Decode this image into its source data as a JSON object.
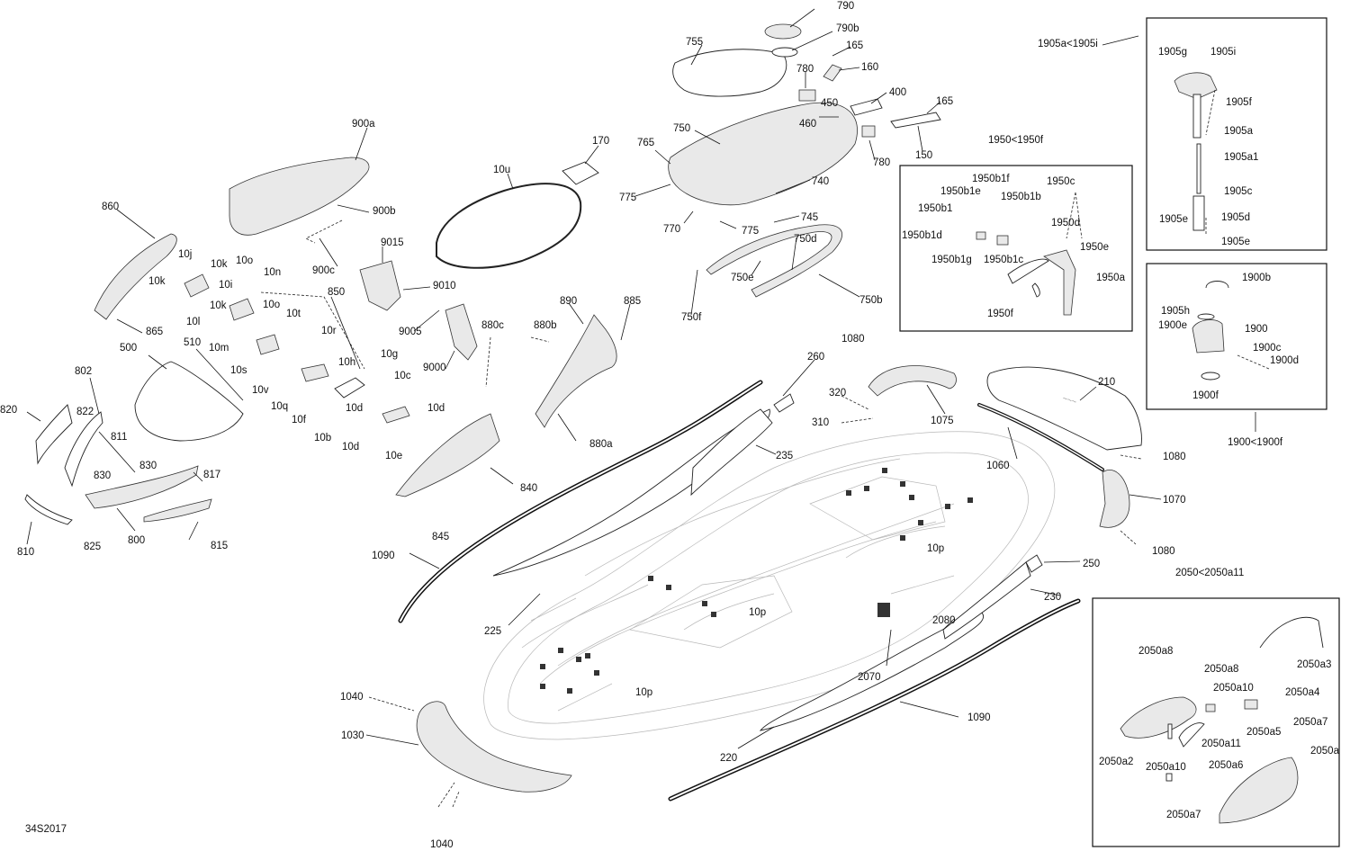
{
  "drawing_code": "34S2017",
  "boxes": {
    "box_1905": "1905a<1905i",
    "box_1950": "1950<1950f",
    "box_1900": "1900<1900f",
    "box_2050": "2050<2050a11"
  },
  "labels": [
    {
      "id": "790",
      "text": "790"
    },
    {
      "id": "790b",
      "text": "790b"
    },
    {
      "id": "755",
      "text": "755"
    },
    {
      "id": "165a",
      "text": "165"
    },
    {
      "id": "780a",
      "text": "780"
    },
    {
      "id": "160",
      "text": "160"
    },
    {
      "id": "450",
      "text": "450"
    },
    {
      "id": "400",
      "text": "400"
    },
    {
      "id": "165b",
      "text": "165"
    },
    {
      "id": "460",
      "text": "460"
    },
    {
      "id": "750",
      "text": "750"
    },
    {
      "id": "150",
      "text": "150"
    },
    {
      "id": "780b",
      "text": "780"
    },
    {
      "id": "765",
      "text": "765"
    },
    {
      "id": "775a",
      "text": "775"
    },
    {
      "id": "740",
      "text": "740"
    },
    {
      "id": "770",
      "text": "770"
    },
    {
      "id": "775b",
      "text": "775"
    },
    {
      "id": "745",
      "text": "745"
    },
    {
      "id": "750d",
      "text": "750d"
    },
    {
      "id": "750e",
      "text": "750e"
    },
    {
      "id": "750b",
      "text": "750b"
    },
    {
      "id": "750f",
      "text": "750f"
    },
    {
      "id": "170",
      "text": "170"
    },
    {
      "id": "10u",
      "text": "10u"
    },
    {
      "id": "900a",
      "text": "900a"
    },
    {
      "id": "900b",
      "text": "900b"
    },
    {
      "id": "900c",
      "text": "900c"
    },
    {
      "id": "860",
      "text": "860"
    },
    {
      "id": "10j",
      "text": "10j"
    },
    {
      "id": "10k_a",
      "text": "10k"
    },
    {
      "id": "10o_a",
      "text": "10o"
    },
    {
      "id": "10n",
      "text": "10n"
    },
    {
      "id": "10k_b",
      "text": "10k"
    },
    {
      "id": "10i",
      "text": "10i"
    },
    {
      "id": "10k_c",
      "text": "10k"
    },
    {
      "id": "10l",
      "text": "10l"
    },
    {
      "id": "10o_b",
      "text": "10o"
    },
    {
      "id": "10m",
      "text": "10m"
    },
    {
      "id": "865",
      "text": "865"
    },
    {
      "id": "9015",
      "text": "9015"
    },
    {
      "id": "9010",
      "text": "9010"
    },
    {
      "id": "850",
      "text": "850"
    },
    {
      "id": "9005",
      "text": "9005"
    },
    {
      "id": "10t",
      "text": "10t"
    },
    {
      "id": "10r",
      "text": "10r"
    },
    {
      "id": "10s",
      "text": "10s"
    },
    {
      "id": "10v",
      "text": "10v"
    },
    {
      "id": "10h",
      "text": "10h"
    },
    {
      "id": "10g",
      "text": "10g"
    },
    {
      "id": "10q",
      "text": "10q"
    },
    {
      "id": "10c",
      "text": "10c"
    },
    {
      "id": "10f",
      "text": "10f"
    },
    {
      "id": "10d_a",
      "text": "10d"
    },
    {
      "id": "10d_b",
      "text": "10d"
    },
    {
      "id": "10b",
      "text": "10b"
    },
    {
      "id": "10d_c",
      "text": "10d"
    },
    {
      "id": "10e",
      "text": "10e"
    },
    {
      "id": "500",
      "text": "500"
    },
    {
      "id": "510",
      "text": "510"
    },
    {
      "id": "802",
      "text": "802"
    },
    {
      "id": "820",
      "text": "820"
    },
    {
      "id": "822",
      "text": "822"
    },
    {
      "id": "811",
      "text": "811"
    },
    {
      "id": "830a",
      "text": "830"
    },
    {
      "id": "830b",
      "text": "830"
    },
    {
      "id": "817",
      "text": "817"
    },
    {
      "id": "810",
      "text": "810"
    },
    {
      "id": "825",
      "text": "825"
    },
    {
      "id": "800",
      "text": "800"
    },
    {
      "id": "815",
      "text": "815"
    },
    {
      "id": "890",
      "text": "890"
    },
    {
      "id": "885",
      "text": "885"
    },
    {
      "id": "880c",
      "text": "880c"
    },
    {
      "id": "880b",
      "text": "880b"
    },
    {
      "id": "9000",
      "text": "9000"
    },
    {
      "id": "880a",
      "text": "880a"
    },
    {
      "id": "840",
      "text": "840"
    },
    {
      "id": "845",
      "text": "845"
    },
    {
      "id": "260",
      "text": "260"
    },
    {
      "id": "235",
      "text": "235"
    },
    {
      "id": "1090a",
      "text": "1090"
    },
    {
      "id": "225",
      "text": "225"
    },
    {
      "id": "1080a",
      "text": "1080"
    },
    {
      "id": "320",
      "text": "320"
    },
    {
      "id": "310",
      "text": "310"
    },
    {
      "id": "1075",
      "text": "1075"
    },
    {
      "id": "210",
      "text": "210"
    },
    {
      "id": "1060",
      "text": "1060"
    },
    {
      "id": "1080b",
      "text": "1080"
    },
    {
      "id": "1070",
      "text": "1070"
    },
    {
      "id": "1080c",
      "text": "1080"
    },
    {
      "id": "10p_a",
      "text": "10p"
    },
    {
      "id": "250",
      "text": "250"
    },
    {
      "id": "230",
      "text": "230"
    },
    {
      "id": "10p_b",
      "text": "10p"
    },
    {
      "id": "2080",
      "text": "2080"
    },
    {
      "id": "2070",
      "text": "2070"
    },
    {
      "id": "10p_c",
      "text": "10p"
    },
    {
      "id": "1090b",
      "text": "1090"
    },
    {
      "id": "220",
      "text": "220"
    },
    {
      "id": "1040a",
      "text": "1040"
    },
    {
      "id": "1030",
      "text": "1030"
    },
    {
      "id": "1040b",
      "text": "1040"
    },
    {
      "id": "1950b1f",
      "text": "1950b1f"
    },
    {
      "id": "1950b1e",
      "text": "1950b1e"
    },
    {
      "id": "1950b1b",
      "text": "1950b1b"
    },
    {
      "id": "1950c",
      "text": "1950c"
    },
    {
      "id": "1950b1",
      "text": "1950b1"
    },
    {
      "id": "1950d",
      "text": "1950d"
    },
    {
      "id": "1950b1d",
      "text": "1950b1d"
    },
    {
      "id": "1950e",
      "text": "1950e"
    },
    {
      "id": "1950b1g",
      "text": "1950b1g"
    },
    {
      "id": "1950b1c",
      "text": "1950b1c"
    },
    {
      "id": "1950a",
      "text": "1950a"
    },
    {
      "id": "1950f",
      "text": "1950f"
    },
    {
      "id": "1905g",
      "text": "1905g"
    },
    {
      "id": "1905i",
      "text": "1905i"
    },
    {
      "id": "1905f",
      "text": "1905f"
    },
    {
      "id": "1905a",
      "text": "1905a"
    },
    {
      "id": "1905a1",
      "text": "1905a1"
    },
    {
      "id": "1905c",
      "text": "1905c"
    },
    {
      "id": "1905e_a",
      "text": "1905e"
    },
    {
      "id": "1905d",
      "text": "1905d"
    },
    {
      "id": "1905e_b",
      "text": "1905e"
    },
    {
      "id": "1900b",
      "text": "1900b"
    },
    {
      "id": "1905h",
      "text": "1905h"
    },
    {
      "id": "1900e",
      "text": "1900e"
    },
    {
      "id": "1900",
      "text": "1900"
    },
    {
      "id": "1900c",
      "text": "1900c"
    },
    {
      "id": "1900d",
      "text": "1900d"
    },
    {
      "id": "1900f",
      "text": "1900f"
    },
    {
      "id": "2050a8_a",
      "text": "2050a8"
    },
    {
      "id": "2050a8_b",
      "text": "2050a8"
    },
    {
      "id": "2050a3",
      "text": "2050a3"
    },
    {
      "id": "2050a10_a",
      "text": "2050a10"
    },
    {
      "id": "2050a4",
      "text": "2050a4"
    },
    {
      "id": "2050a5",
      "text": "2050a5"
    },
    {
      "id": "2050a7_a",
      "text": "2050a7"
    },
    {
      "id": "2050a11",
      "text": "2050a11"
    },
    {
      "id": "2050a",
      "text": "2050a"
    },
    {
      "id": "2050a2",
      "text": "2050a2"
    },
    {
      "id": "2050a10_b",
      "text": "2050a10"
    },
    {
      "id": "2050a6",
      "text": "2050a6"
    },
    {
      "id": "2050a7_b",
      "text": "2050a7"
    }
  ]
}
